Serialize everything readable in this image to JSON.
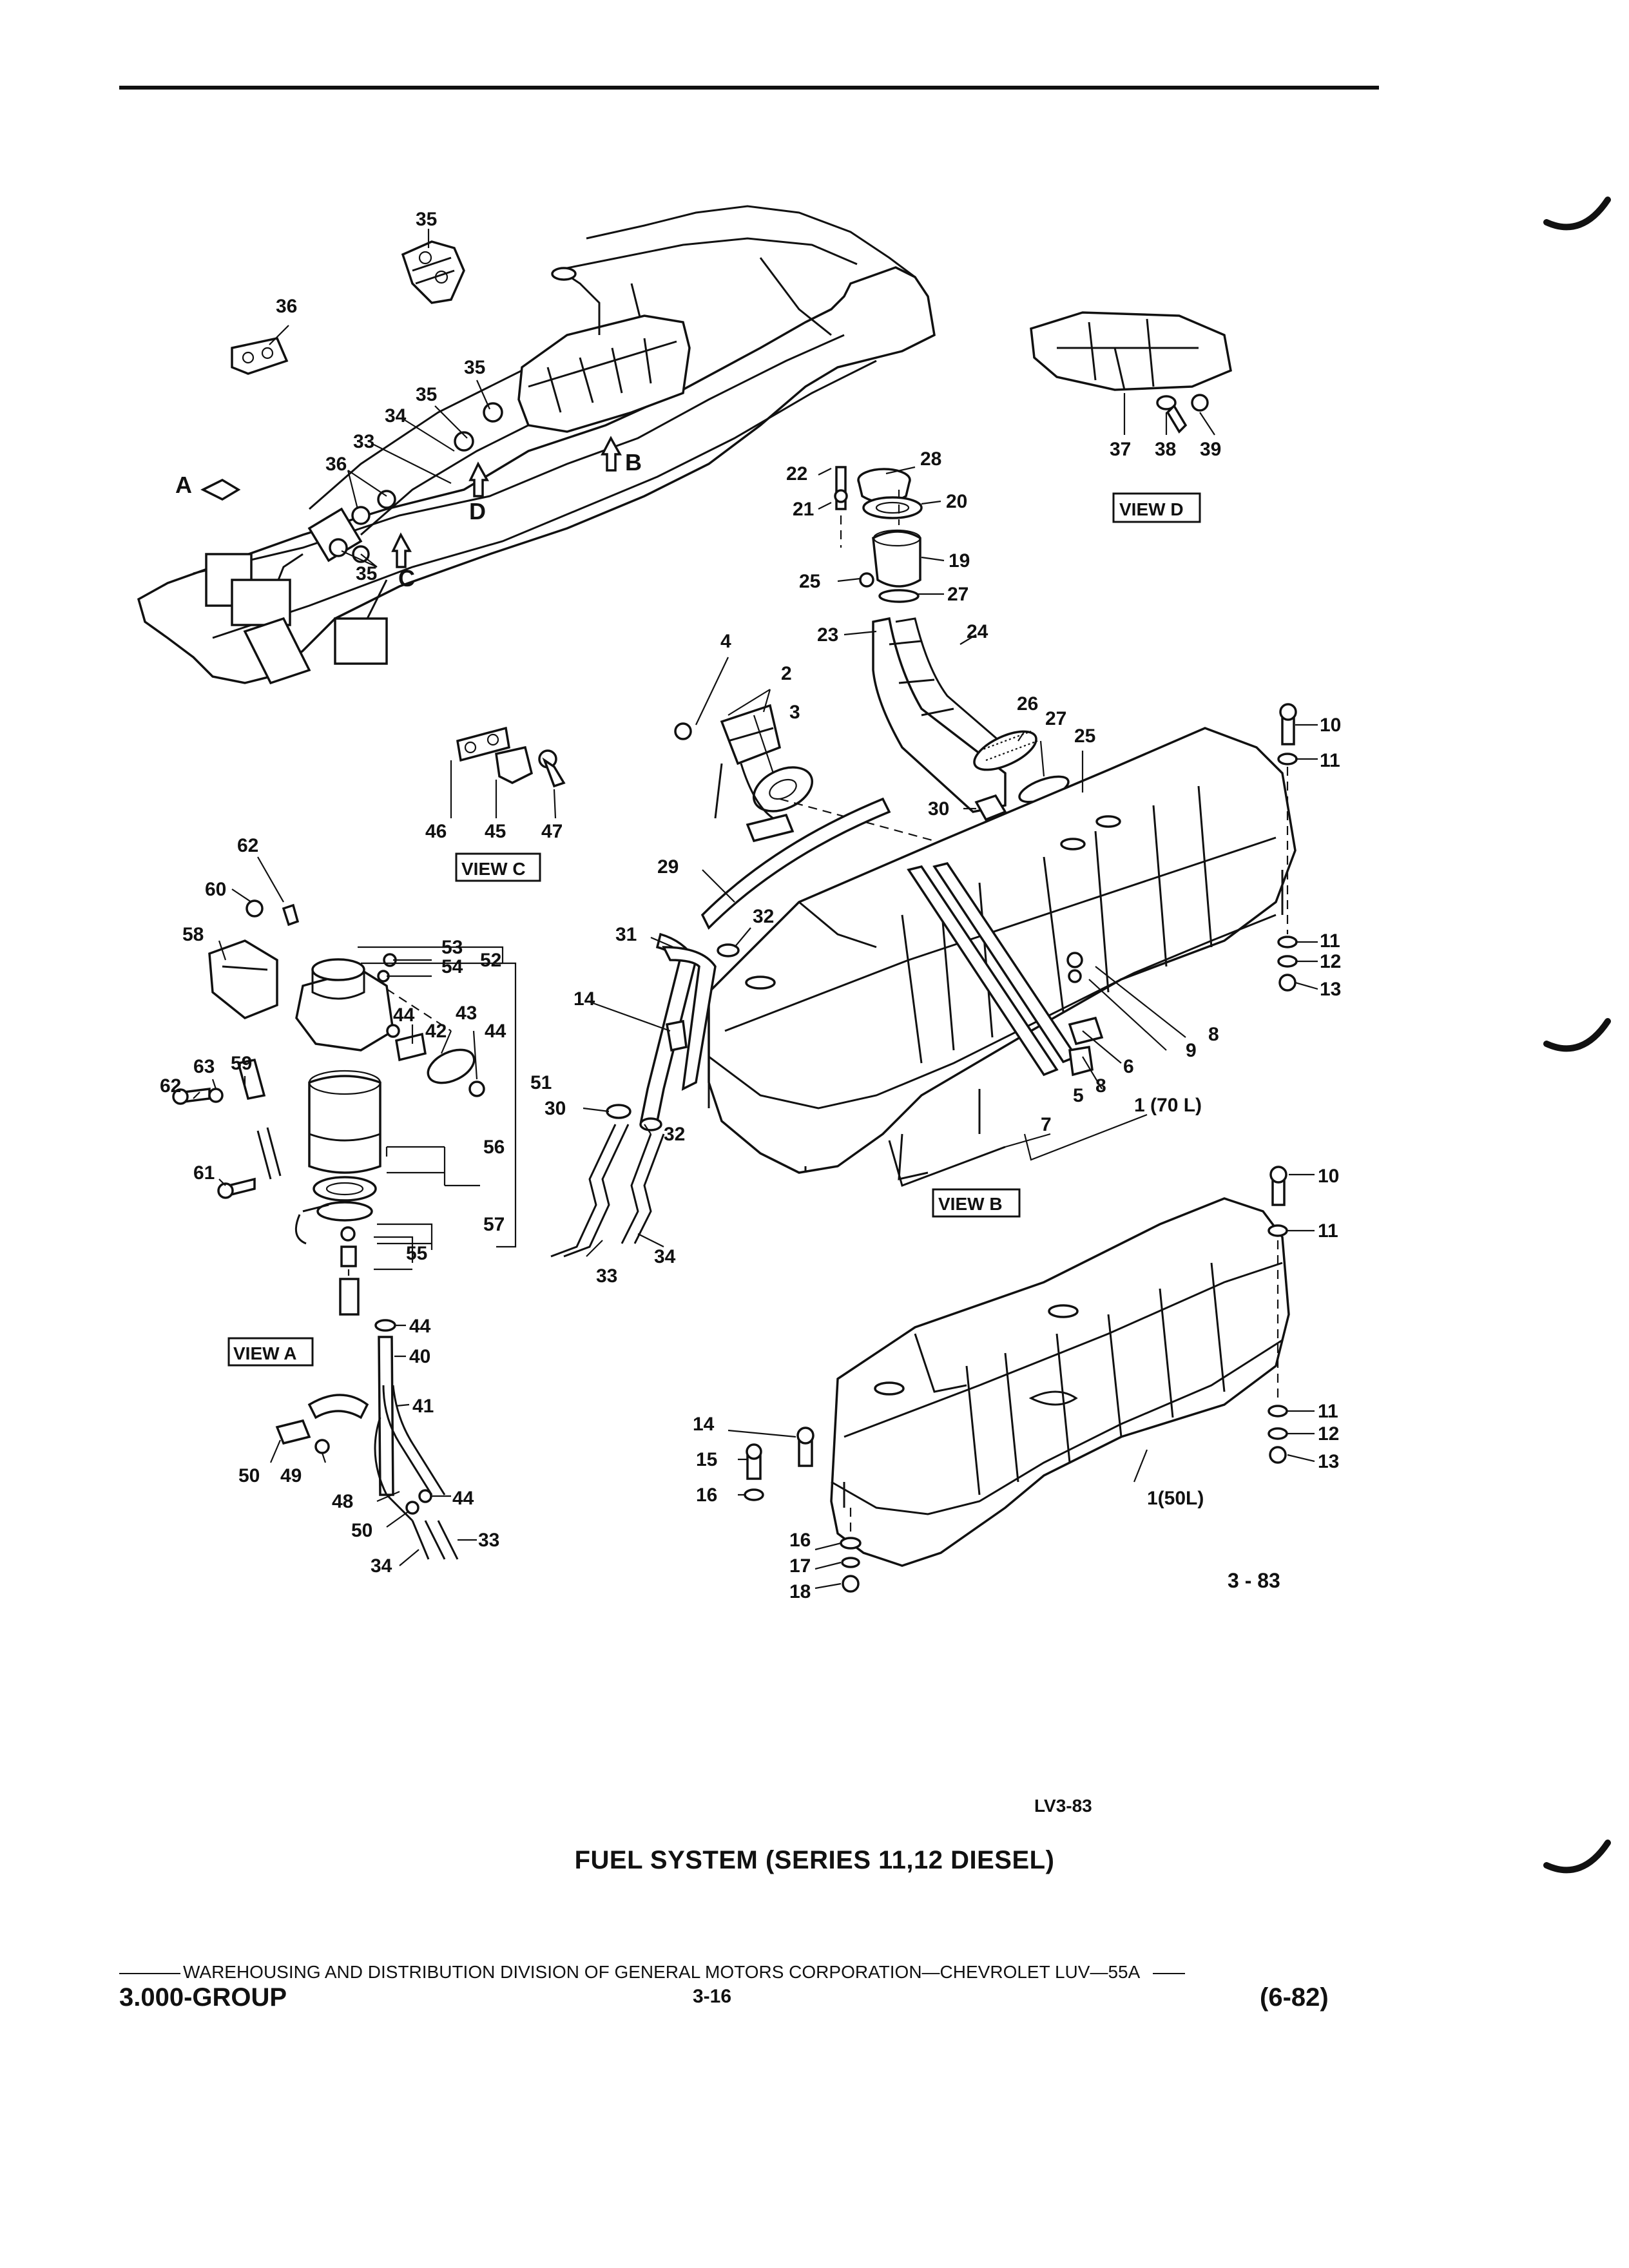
{
  "title": "FUEL SYSTEM (SERIES 11,12 DIESEL)",
  "figure_code": "LV3-83",
  "figure_ref": "3 - 83",
  "footer": {
    "line": "WAREHOUSING AND DISTRIBUTION  DIVISION OF GENERAL MOTORS CORPORATION—CHEVROLET LUV—55A",
    "group": "3.000-GROUP",
    "page": "3-16",
    "revision": "(6-82)"
  },
  "views": {
    "a": "VIEW A",
    "b": "VIEW B",
    "c": "VIEW C",
    "d": "VIEW D"
  },
  "view_pointers": {
    "a": "A",
    "b": "B",
    "c": "C",
    "d": "D"
  },
  "tank_labels": {
    "large": "1 (70 L)",
    "small": "1(50L)"
  },
  "callouts": {
    "c35_top": "35",
    "c36_top": "36",
    "c35_a": "35",
    "c35_b": "35",
    "c34_frame": "34",
    "c33_frame": "33",
    "c36_frame": "36",
    "c35_c": "35",
    "c37": "37",
    "c38": "38",
    "c39": "39",
    "c22": "22",
    "c21": "21",
    "c28": "28",
    "c20": "20",
    "c19": "19",
    "c25_neck": "25",
    "c27_neck": "27",
    "c23": "23",
    "c24": "24",
    "c4": "4",
    "c2": "2",
    "c3": "3",
    "c26": "26",
    "c27_tank": "27",
    "c25_tank": "25",
    "c30_tank": "30",
    "c10_big": "10",
    "c11_big_top": "11",
    "c11_big_bot": "11",
    "c12_big": "12",
    "c13_big": "13",
    "c46": "46",
    "c45": "45",
    "c47": "47",
    "c62_top": "62",
    "c60": "60",
    "c58": "58",
    "c53": "53",
    "c54": "54",
    "c52": "52",
    "c44_a": "44",
    "c42": "42",
    "c43": "43",
    "c44_b": "44",
    "c51": "51",
    "c59": "59",
    "c62_left": "62",
    "c63": "63",
    "c61": "61",
    "c56": "56",
    "c57": "57",
    "c55": "55",
    "c29": "29",
    "c31": "31",
    "c32_top": "32",
    "c14_big": "14",
    "c30_low": "30",
    "c32_low": "32",
    "c33_pipe": "33",
    "c34_pipe": "34",
    "c9": "9",
    "c8_a": "8",
    "c8_b": "8",
    "c6": "6",
    "c5": "5",
    "c7": "7",
    "c10_small": "10",
    "c11_small_top": "11",
    "c11_small_bot": "11",
    "c12_small": "12",
    "c13_small": "13",
    "c14_small": "14",
    "c15": "15",
    "c16_a": "16",
    "c16_b": "16",
    "c17": "17",
    "c18": "18",
    "c44_hose": "44",
    "c40": "40",
    "c41": "41",
    "c50_a": "50",
    "c49": "49",
    "c48": "48",
    "c50_b": "50",
    "c44_c": "44",
    "c33_hose": "33",
    "c34_hose": "34"
  }
}
